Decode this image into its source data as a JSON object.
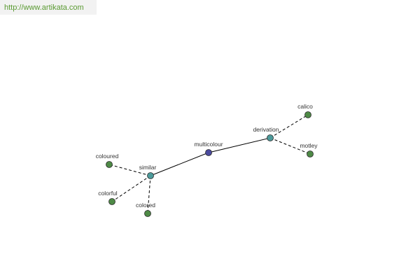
{
  "site": {
    "url": "http://www.artikata.com"
  },
  "colors": {
    "url_text": "#5a9a32",
    "url_bg": "#f2f2f2",
    "center_node": "#4a4a9e",
    "relation_node": "#4c9a9a",
    "word_node": "#4e8a46",
    "edge": "#000000",
    "label": "#333333"
  },
  "graph": {
    "center": {
      "id": "multicolour",
      "label": "multicolour"
    },
    "relations": [
      {
        "id": "similar",
        "label": "similar"
      },
      {
        "id": "derivation",
        "label": "derivation"
      }
    ],
    "words": [
      {
        "id": "coloured",
        "label": "coloured",
        "relation": "similar"
      },
      {
        "id": "colorful",
        "label": "colorful",
        "relation": "similar"
      },
      {
        "id": "colored",
        "label": "colored",
        "relation": "similar"
      },
      {
        "id": "calico",
        "label": "calico",
        "relation": "derivation"
      },
      {
        "id": "motley",
        "label": "motley",
        "relation": "derivation"
      }
    ]
  }
}
